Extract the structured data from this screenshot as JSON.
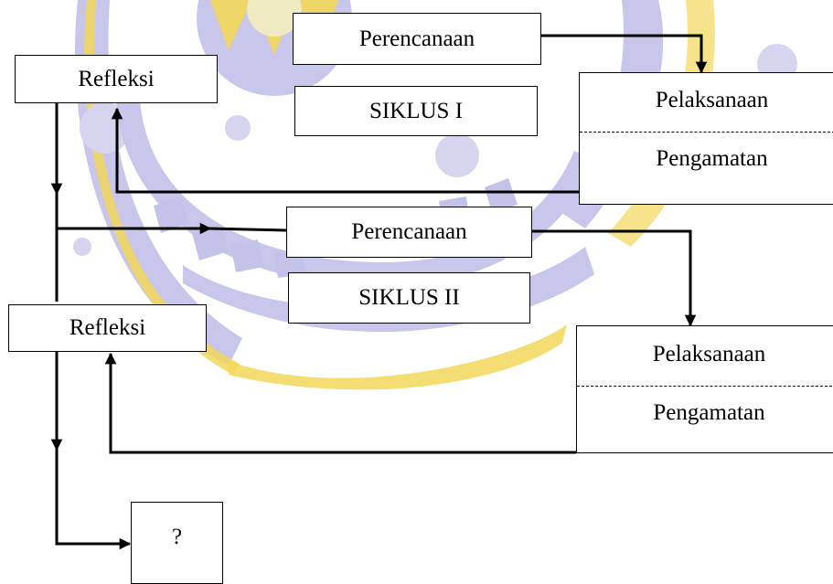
{
  "diagram": {
    "cycle1": {
      "planning": "Perencanaan",
      "label": "SIKLUS I",
      "action": "Pelaksanaan",
      "observation": "Pengamatan",
      "reflection": "Refleksi"
    },
    "cycle2": {
      "planning": "Perencanaan",
      "label": "SIKLUS II",
      "action": "Pelaksanaan",
      "observation": "Pengamatan",
      "reflection": "Refleksi"
    },
    "next": "?"
  }
}
